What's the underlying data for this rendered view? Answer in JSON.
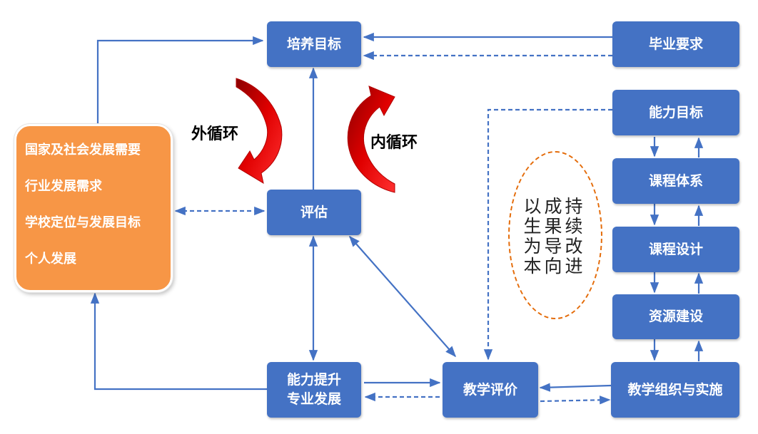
{
  "boxes": {
    "goal": "培养目标",
    "evaluate": "评估",
    "improve_line1": "能力提升",
    "improve_line2": "专业发展",
    "teaching_eval": "教学评价",
    "graduation": "毕业要求",
    "ability": "能力目标",
    "curriculum": "课程体系",
    "course_design": "课程设计",
    "resources": "资源建设",
    "organization": "教学组织与实施"
  },
  "needs": [
    "国家及社会发展需要",
    "行业发展需求",
    "学校定位与发展目标",
    "个人发展"
  ],
  "loops": {
    "outer": "外循环",
    "inner": "内循环"
  },
  "slogan": [
    "持续改进",
    "成果导向",
    "以生为本"
  ],
  "colors": {
    "box": "#4472C4",
    "needs": "#F79646",
    "loop_arrow": "#E00000",
    "line": "#4472C4",
    "ellipse": "#E46C0A"
  }
}
